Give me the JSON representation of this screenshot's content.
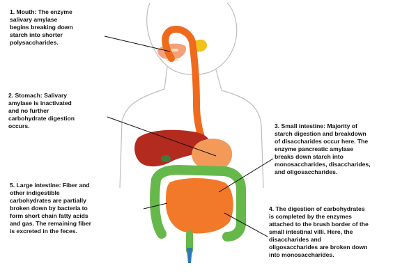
{
  "labels": {
    "mouth": "1. Mouth: The enzyme\nsalivary amylase\nbegins breaking down\nstarch into shorter\npolysaccharides.",
    "stomach": "2. Stomach: Salivary\namylase is inactivated\nand no further\ncarbohydrate digestion\noccurs.",
    "small_intestine": "3. Small intestine: Majority of\nstarch digestion and breakdown\nof disaccharides occur here. The\nenzyme pancreatic amylase\nbreaks down starch into\nmonosaccharides, disaccharides,\nand oligosaccharides.",
    "brush_border": "4. The digestion of carbohydrates\nis completed by the enzymes\nattached to the brush border of the\nsmall intestinal villi. Here, the\ndisaccharides and\noligosaccharides are broken down\ninto monosaccharides.",
    "large_intestine": "5. Large intestine: Fiber and\nother indigestible\ncarbohydrates are partially\nbroken down by bacteria to\nform short chain fatty acids\nand gas. The remaining fiber\nis excreted in the feces."
  },
  "colors": {
    "esophagus": "#f06a1e",
    "stomach": "#f39a5a",
    "liver": "#b32a1e",
    "small_intestine": "#f2792a",
    "large_intestine": "#66b84a",
    "gallbladder": "#3f7a3a",
    "rectum": "#2e78b8",
    "salivary_gland": "#f0c21a",
    "body_outline": "#bdbdbd",
    "leader_line": "#111111"
  }
}
